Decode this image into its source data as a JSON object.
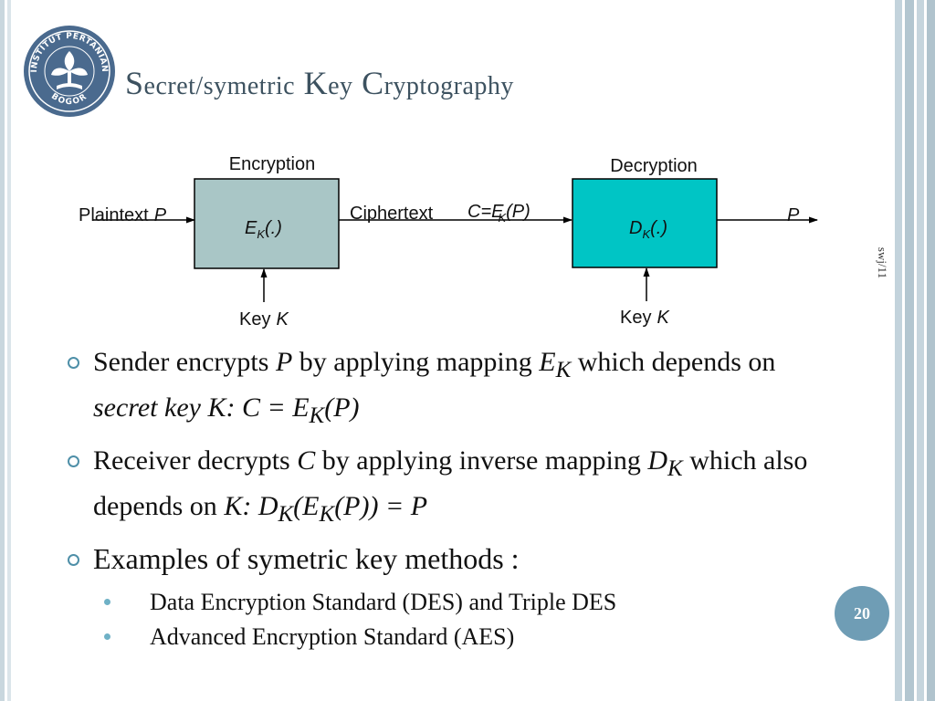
{
  "slide": {
    "title_initial_1": "S",
    "title_rest_1": "ecret/symetric",
    "title_initial_2": "K",
    "title_rest_2": "ey",
    "title_initial_3": "C",
    "title_rest_3": "ryptography",
    "side_note": "swj/11",
    "page_number": "20"
  },
  "logo": {
    "top_text": "INSTITUT PERTANIAN",
    "bottom_text": "BOGOR"
  },
  "diagram": {
    "encryption_label": "Encryption",
    "decryption_label": "Decryption",
    "plaintext_label": "Plaintext",
    "plaintext_var": "P",
    "enc_func": "E",
    "enc_sub": "K",
    "enc_args": "(.)",
    "ciphertext_label": "Ciphertext",
    "ciphertext_formula_1": "C=E",
    "ciphertext_formula_sub": "K",
    "ciphertext_formula_2": "(P)",
    "dec_func": "D",
    "dec_sub": "K",
    "dec_args": "(.)",
    "output_var": "P",
    "key_label": "Key",
    "key_var": "K"
  },
  "bullets": {
    "b1_t1": "Sender encrypts ",
    "b1_v1": "P",
    "b1_t2": " by applying mapping ",
    "b1_v2": "E",
    "b1_s2": "K",
    "b1_t3": " which depends on ",
    "b1_v3": "secret key K:  C = E",
    "b1_s3": "K",
    "b1_v4": "(P)",
    "b2_t1": "Receiver decrypts ",
    "b2_v1": "C",
    "b2_t2": " by applying inverse mapping ",
    "b2_v2": "D",
    "b2_s2": "K",
    "b2_t3": " which also depends on ",
    "b2_v3": "K:  D",
    "b2_s3": "K",
    "b2_v4": "(E",
    "b2_s4": "K",
    "b2_v5": "(P)) = P",
    "b3": "Examples of symetric key methods :",
    "sub1": "Data Encryption Standard (DES) and Triple DES",
    "sub2": "Advanced Encryption Standard (AES)"
  },
  "colors": {
    "enc_box": "#a9c6c6",
    "dec_box": "#00c5c5",
    "title": "#3d5260",
    "bullet_marker": "#4e8fa8",
    "page_badge": "#6f9db5"
  }
}
